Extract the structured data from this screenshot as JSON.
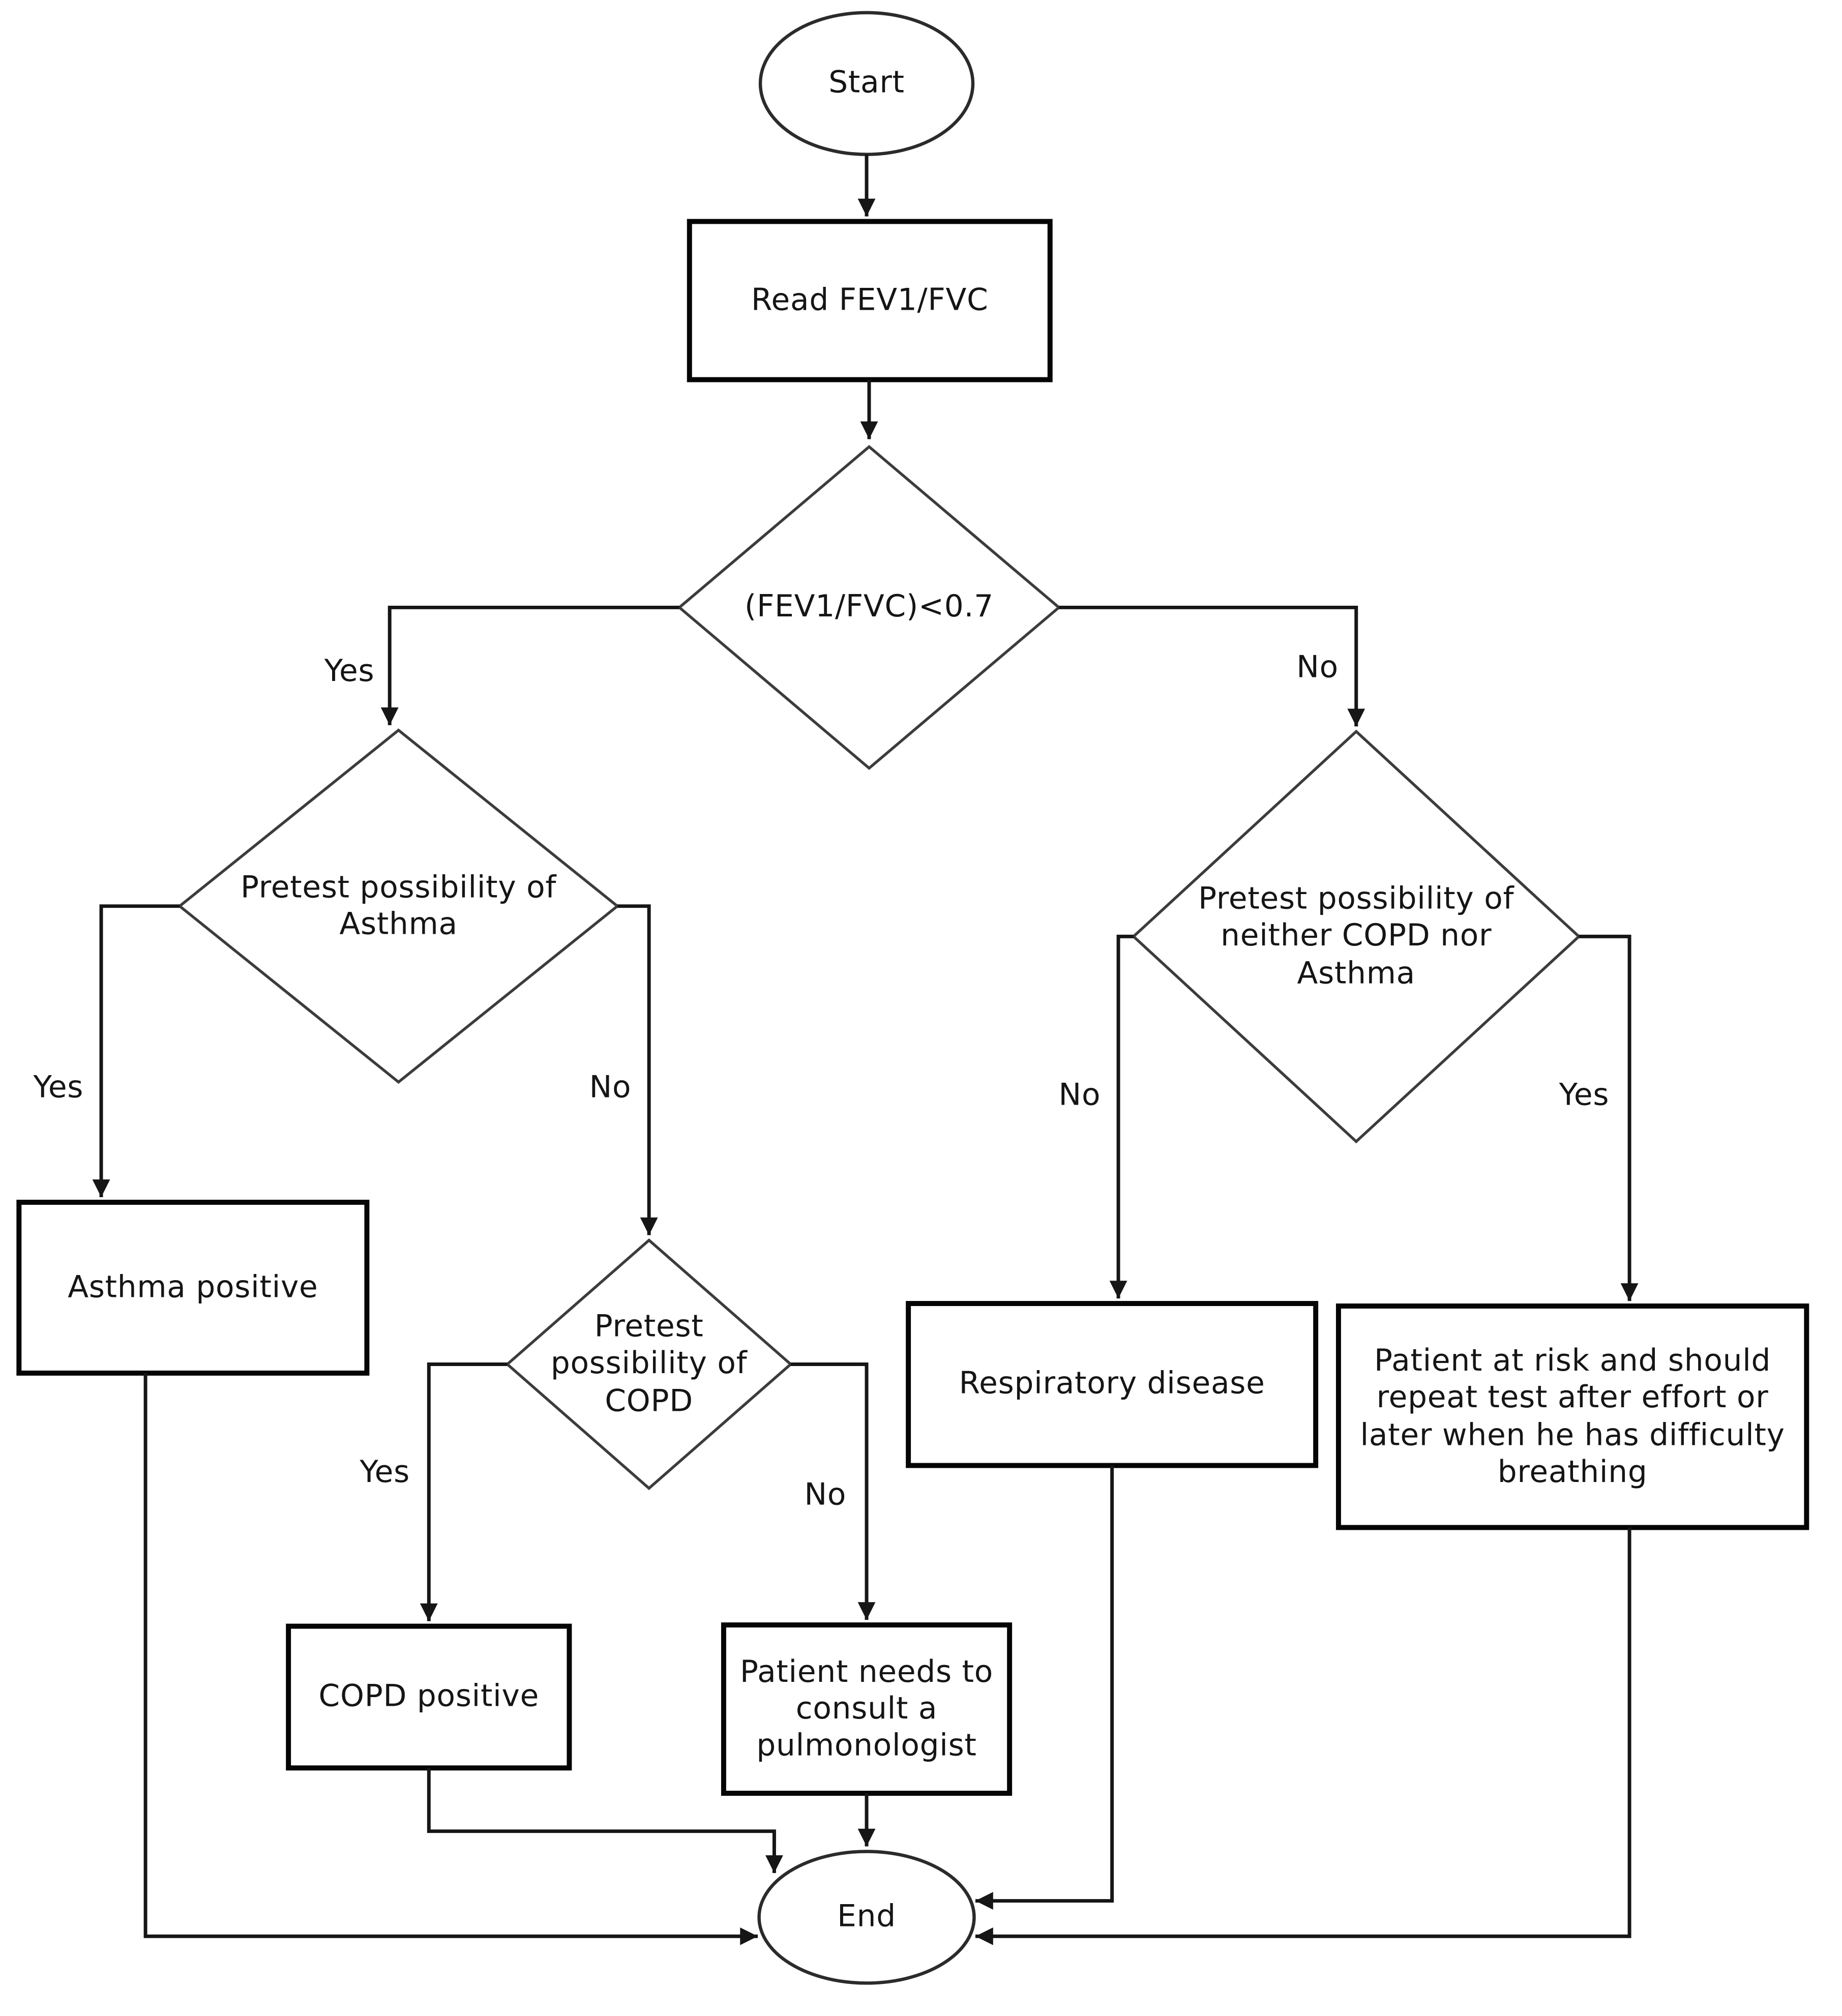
{
  "flowchart": {
    "background_color": "#ffffff",
    "line_color": "#161616",
    "text_color": "#151515",
    "nodes": {
      "start": {
        "label": "Start",
        "shape": "oval"
      },
      "read_fev": {
        "label": "Read FEV1/FVC",
        "shape": "rect"
      },
      "fev_check": {
        "label": "(FEV1/FVC)<0.7",
        "shape": "diamond"
      },
      "asthma_pretest": {
        "label": "Pretest possibility of Asthma",
        "shape": "diamond"
      },
      "neither_pretest": {
        "label": "Pretest possibility of neither COPD nor Asthma",
        "shape": "diamond"
      },
      "copd_pretest": {
        "label": "Pretest possibility of COPD",
        "shape": "diamond"
      },
      "asthma_positive": {
        "label": "Asthma positive",
        "shape": "rect"
      },
      "respiratory_disease": {
        "label": "Respiratory disease",
        "shape": "rect"
      },
      "patient_at_risk": {
        "label": "Patient at risk and should repeat test after effort or later when he has difficulty breathing",
        "shape": "rect"
      },
      "copd_positive": {
        "label": "COPD positive",
        "shape": "rect"
      },
      "consult_pulmonologist": {
        "label": "Patient needs to consult a pulmonologist",
        "shape": "rect"
      },
      "end": {
        "label": "End",
        "shape": "oval"
      }
    },
    "edge_labels": {
      "fev_yes": "Yes",
      "fev_no": "No",
      "asthma_yes": "Yes",
      "asthma_no": "No",
      "copd_yes": "Yes",
      "copd_no": "No",
      "neither_no": "No",
      "neither_yes": "Yes"
    }
  }
}
